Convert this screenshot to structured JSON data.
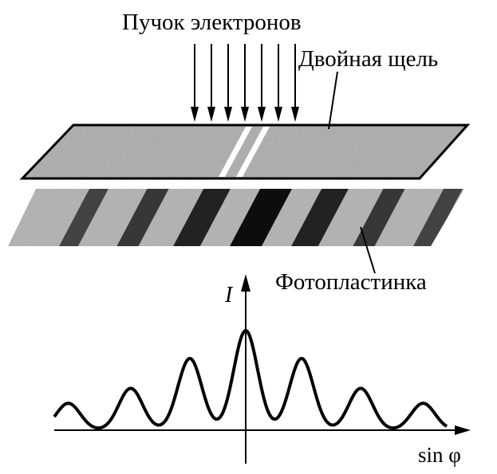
{
  "labels": {
    "beam": "Пучок электронов",
    "double_slit": "Двойная щель",
    "photoplate": "Фотопластинка",
    "intensity_axis": "I",
    "x_axis": "sin φ"
  },
  "colors": {
    "ink": "#000000",
    "plate_gray": "#b8b8b8",
    "dark_band": "#111111"
  },
  "chart_data": {
    "type": "line",
    "title": "",
    "xlabel": "sin φ",
    "ylabel": "I",
    "peaks": [
      {
        "order": -3,
        "relative_intensity": 0.27
      },
      {
        "order": -2,
        "relative_intensity": 0.42
      },
      {
        "order": -1,
        "relative_intensity": 0.72
      },
      {
        "order": 0,
        "relative_intensity": 1.0
      },
      {
        "order": 1,
        "relative_intensity": 0.72
      },
      {
        "order": 2,
        "relative_intensity": 0.42
      },
      {
        "order": 3,
        "relative_intensity": 0.27
      }
    ],
    "arrow_count": 7
  }
}
